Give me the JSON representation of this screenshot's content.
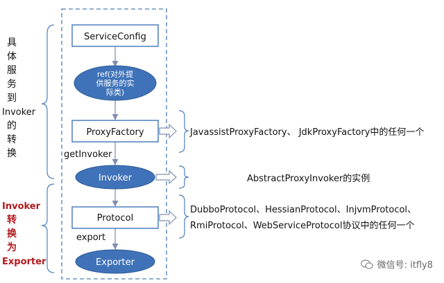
{
  "left_group_top": "具体服务到Invoker的转换",
  "left_group_top_chars": [
    "具",
    "体",
    "服",
    "务",
    "到",
    "Invoker",
    "的",
    "转",
    "换"
  ],
  "left_group_bottom_lines": [
    "Invoker",
    "转",
    "换",
    "为",
    "Exporter"
  ],
  "nodes": {
    "service_config": "ServiceConfig",
    "ref_lines": [
      "ref(对外提",
      "供服务的实",
      "际类)"
    ],
    "proxy_factory": "ProxyFactory",
    "invoker": "Invoker",
    "protocol": "Protocol",
    "exporter": "Exporter"
  },
  "edge_labels": {
    "get_invoker": "getInvoker",
    "export": "export"
  },
  "notes": {
    "proxy_factory_impl": "JavassistProxyFactory、 JdkProxyFactory中的任何一个",
    "invoker_impl": "AbstractProxyInvoker的实例",
    "protocol_impl_lines": [
      "DubboProtocol、HessianProtocol、InjvmProtocol、",
      "RmiProtocol、WebServiceProtocol协议中的任何一个"
    ]
  },
  "watermark": "微信号: itfly8",
  "colors": {
    "ellipse_fill": "#3f72b8",
    "box_stroke": "#4a7ebb",
    "dash_stroke": "#4a7ebb",
    "arrow": "#7f8fb0",
    "red_text": "#b2181d"
  }
}
